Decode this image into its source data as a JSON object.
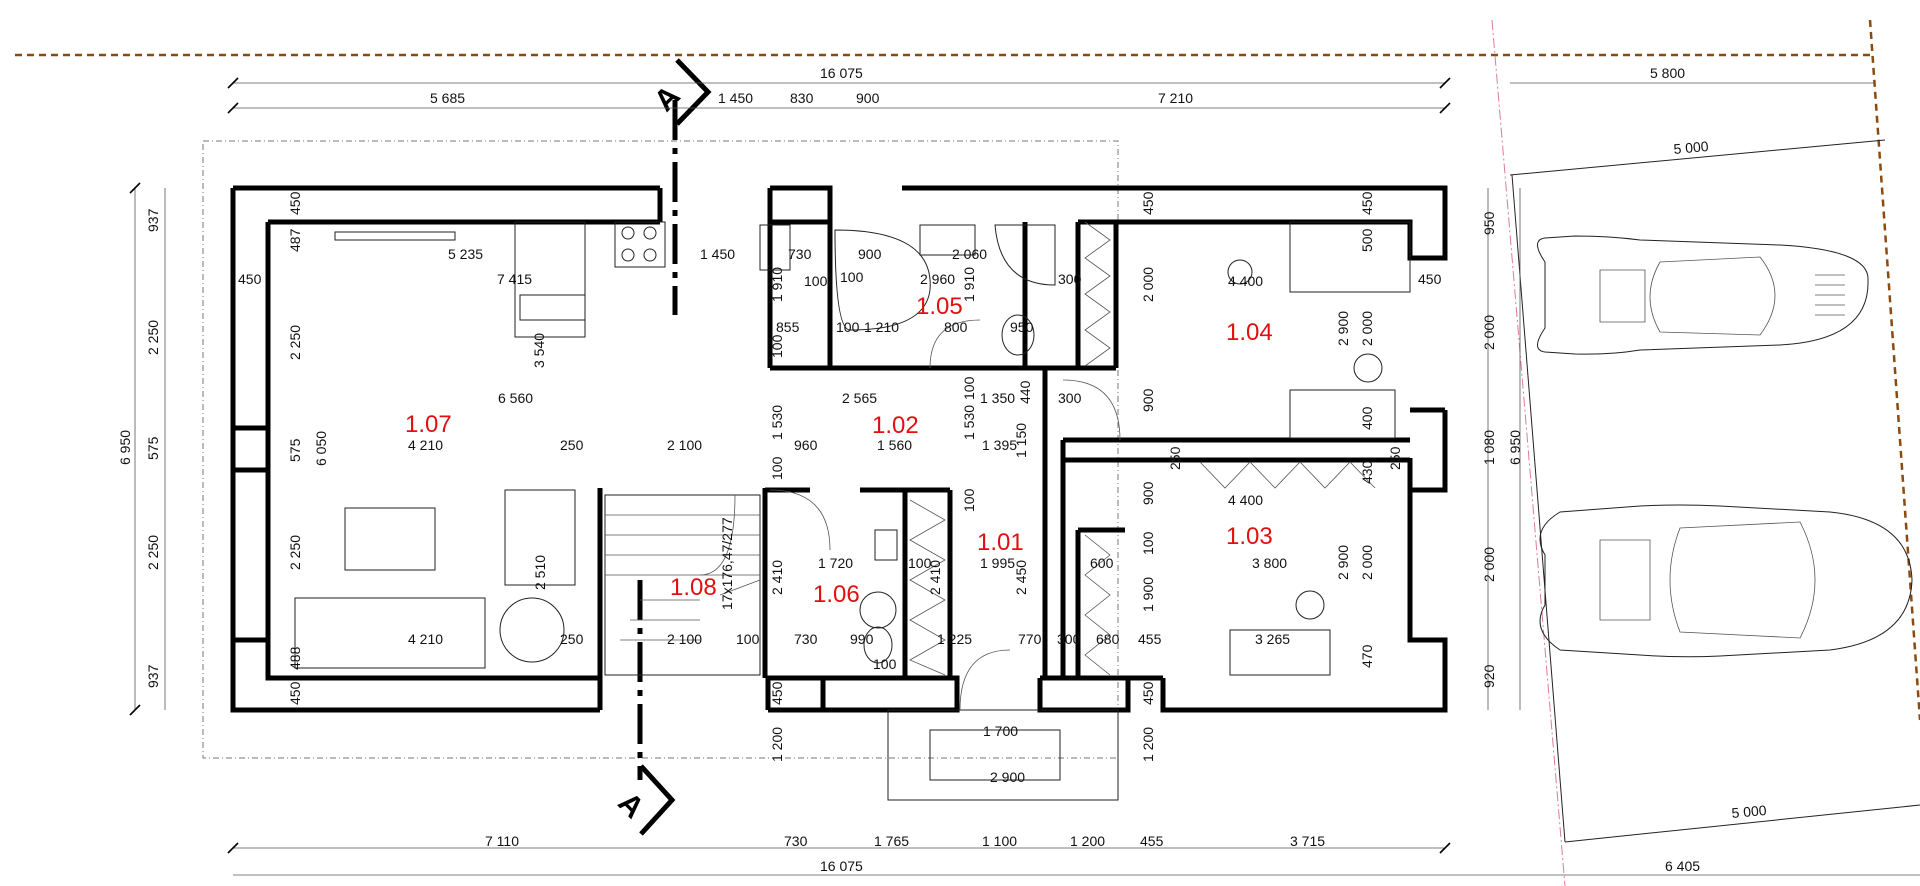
{
  "rooms": {
    "r107": "1.07",
    "r102": "1.02",
    "r105": "1.05",
    "r104": "1.04",
    "r103": "1.03",
    "r101": "1.01",
    "r106": "1.06",
    "r108": "1.08"
  },
  "section_marker": "A",
  "stair_note": "17x176,47/277",
  "dimensions": {
    "top_overall": "16 075",
    "top_garage": "5 800",
    "top_5685": "5 685",
    "top_1450": "1 450",
    "top_830": "830",
    "top_900": "900",
    "top_7210": "7 210",
    "garage_top_5000": "5 000",
    "bottom_7110": "7 110",
    "bottom_730": "730",
    "bottom_1765": "1 765",
    "bottom_1100": "1 100",
    "bottom_1200": "1 200",
    "bottom_455": "455",
    "bottom_3715": "3 715",
    "bottom_overall": "16 075",
    "bottom_garage": "6 405",
    "garage_bottom_5000": "5 000",
    "left_overall": "6 950",
    "left_937_top": "937",
    "left_2250_top": "2 250",
    "left_575": "575",
    "left_2250_bot": "2 250",
    "left_937_bot": "937",
    "g_950": "950",
    "g_2000_top": "2 000",
    "g_1080": "1 080",
    "g_6950": "6 950",
    "g_2000_bot": "2 000",
    "g_920": "920",
    "i_5235": "5 235",
    "i_1450": "1 450",
    "i_730": "730",
    "i_900": "900",
    "i_2060": "2 060",
    "i_450a": "450",
    "i_7415": "7 415",
    "i_1910a": "1 910",
    "i_100a": "100",
    "i_100b": "100",
    "i_2960": "2 960",
    "i_1910b": "1 910",
    "i_300a": "300",
    "i_2000a": "2 000",
    "i_4400a": "4 400",
    "i_450b": "450",
    "i_855": "855",
    "i_100c": "100",
    "i_1210": "1 210",
    "i_800": "800",
    "i_950": "950",
    "i_2900a": "2 900",
    "i_2000b": "2 000",
    "i_3540": "3 540",
    "i_2250a": "2 250",
    "i_100d": "100",
    "i_6560": "6 560",
    "i_2565": "2 565",
    "i_100e": "100",
    "i_1350": "1 350",
    "i_300b": "300",
    "i_900v": "900",
    "i_1530a": "1 530",
    "i_1530b": "1 530",
    "i_440": "440",
    "i_400": "400",
    "i_4210a": "4 210",
    "i_250a": "250",
    "i_2100a": "2 100",
    "i_960": "960",
    "i_1560": "1 560",
    "i_1395": "1 395",
    "i_1150": "1 150",
    "i_250v": "250",
    "i_430": "430",
    "i_250v2": "250",
    "i_6050": "6 050",
    "i_575": "575",
    "i_100f": "100",
    "i_100g": "100",
    "i_900v2": "900",
    "i_4400b": "4 400",
    "i_100h": "100",
    "i_2250b": "2 250",
    "i_1720": "1 720",
    "i_100i": "100",
    "i_1995": "1 995",
    "i_600": "600",
    "i_3800": "3 800",
    "i_2510": "2 510",
    "i_2410a": "2 410",
    "i_2410b": "2 410",
    "i_2450": "2 450",
    "i_1900": "1 900",
    "i_2900b": "2 900",
    "i_2000c": "2 000",
    "i_4210b": "4 210",
    "i_250b": "250",
    "i_2100b": "2 100",
    "i_100j": "100",
    "i_730b": "730",
    "i_990": "990",
    "i_1225": "1 225",
    "i_770": "770",
    "i_300c": "300",
    "i_680": "680",
    "i_455": "455",
    "i_3265": "3 265",
    "i_100k": "100",
    "i_488": "488",
    "i_487": "487",
    "i_450c": "450",
    "i_450d": "450",
    "i_450e": "450",
    "i_450f": "450",
    "i_450g": "450",
    "i_450h": "450",
    "i_470": "470",
    "i_500": "500",
    "i_1200a": "1 200",
    "i_1200b": "1 200",
    "i_1700": "1 700",
    "i_2900c": "2 900"
  },
  "colors": {
    "room_label": "#e01010",
    "property_line": "#8b4a10",
    "boundary_line": "#e07a9a"
  }
}
